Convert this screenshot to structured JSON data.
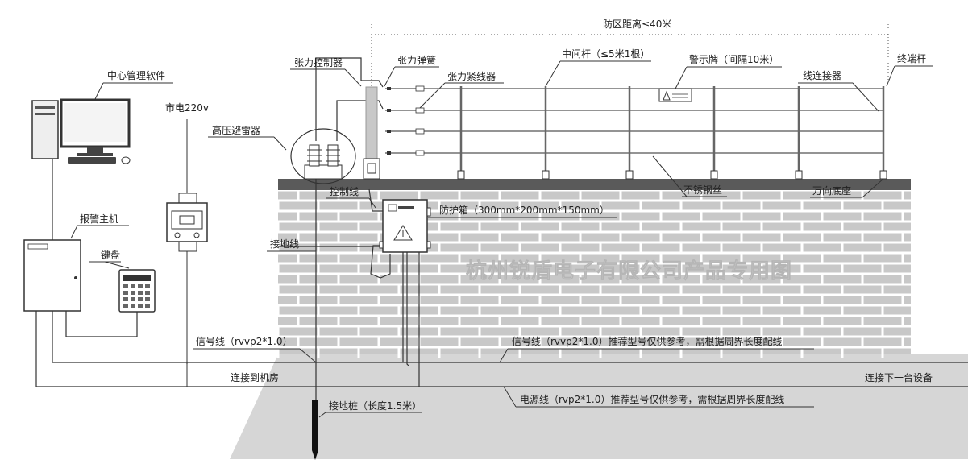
{
  "labels": {
    "zone_distance": "防区距离≤40米",
    "central_software": "中心管理软件",
    "mains_power": "市电220v",
    "tension_controller": "张力控制器",
    "tension_spring": "张力弹簧",
    "tension_tightener": "张力紧线器",
    "middle_pole": "中间杆（≤5米1根）",
    "warning_sign": "警示牌（间隔10米）",
    "wire_connector": "线连接器",
    "end_pole": "终端杆",
    "hv_arrester": "高压避雷器",
    "stainless_wire": "不锈钢丝",
    "universal_base": "万向底座",
    "control_line": "控制线",
    "protection_box": "防护箱（300mm*200mm*150mm）",
    "alarm_host": "报警主机",
    "keyboard": "键盘",
    "ground_wire": "接地线",
    "signal_line_left": "信号线（rvvp2*1.0）",
    "signal_line_right": "信号线（rvvp2*1.0）推荐型号仅供参考，需根据周界长度配线",
    "connect_machine_room": "连接到机房",
    "connect_next_device": "连接下一台设备",
    "power_line": "电源线（rvp2*1.0）推荐型号仅供参考，需根据周界长度配线",
    "ground_stake": "接地桩（长度1.5米）",
    "watermark": "杭州锐盾电子有限公司产品专用图"
  },
  "colors": {
    "brick": "#c8c8c8",
    "brick_top": "#5a5a5a",
    "ground": "#d6d6d6",
    "line": "#333333"
  }
}
